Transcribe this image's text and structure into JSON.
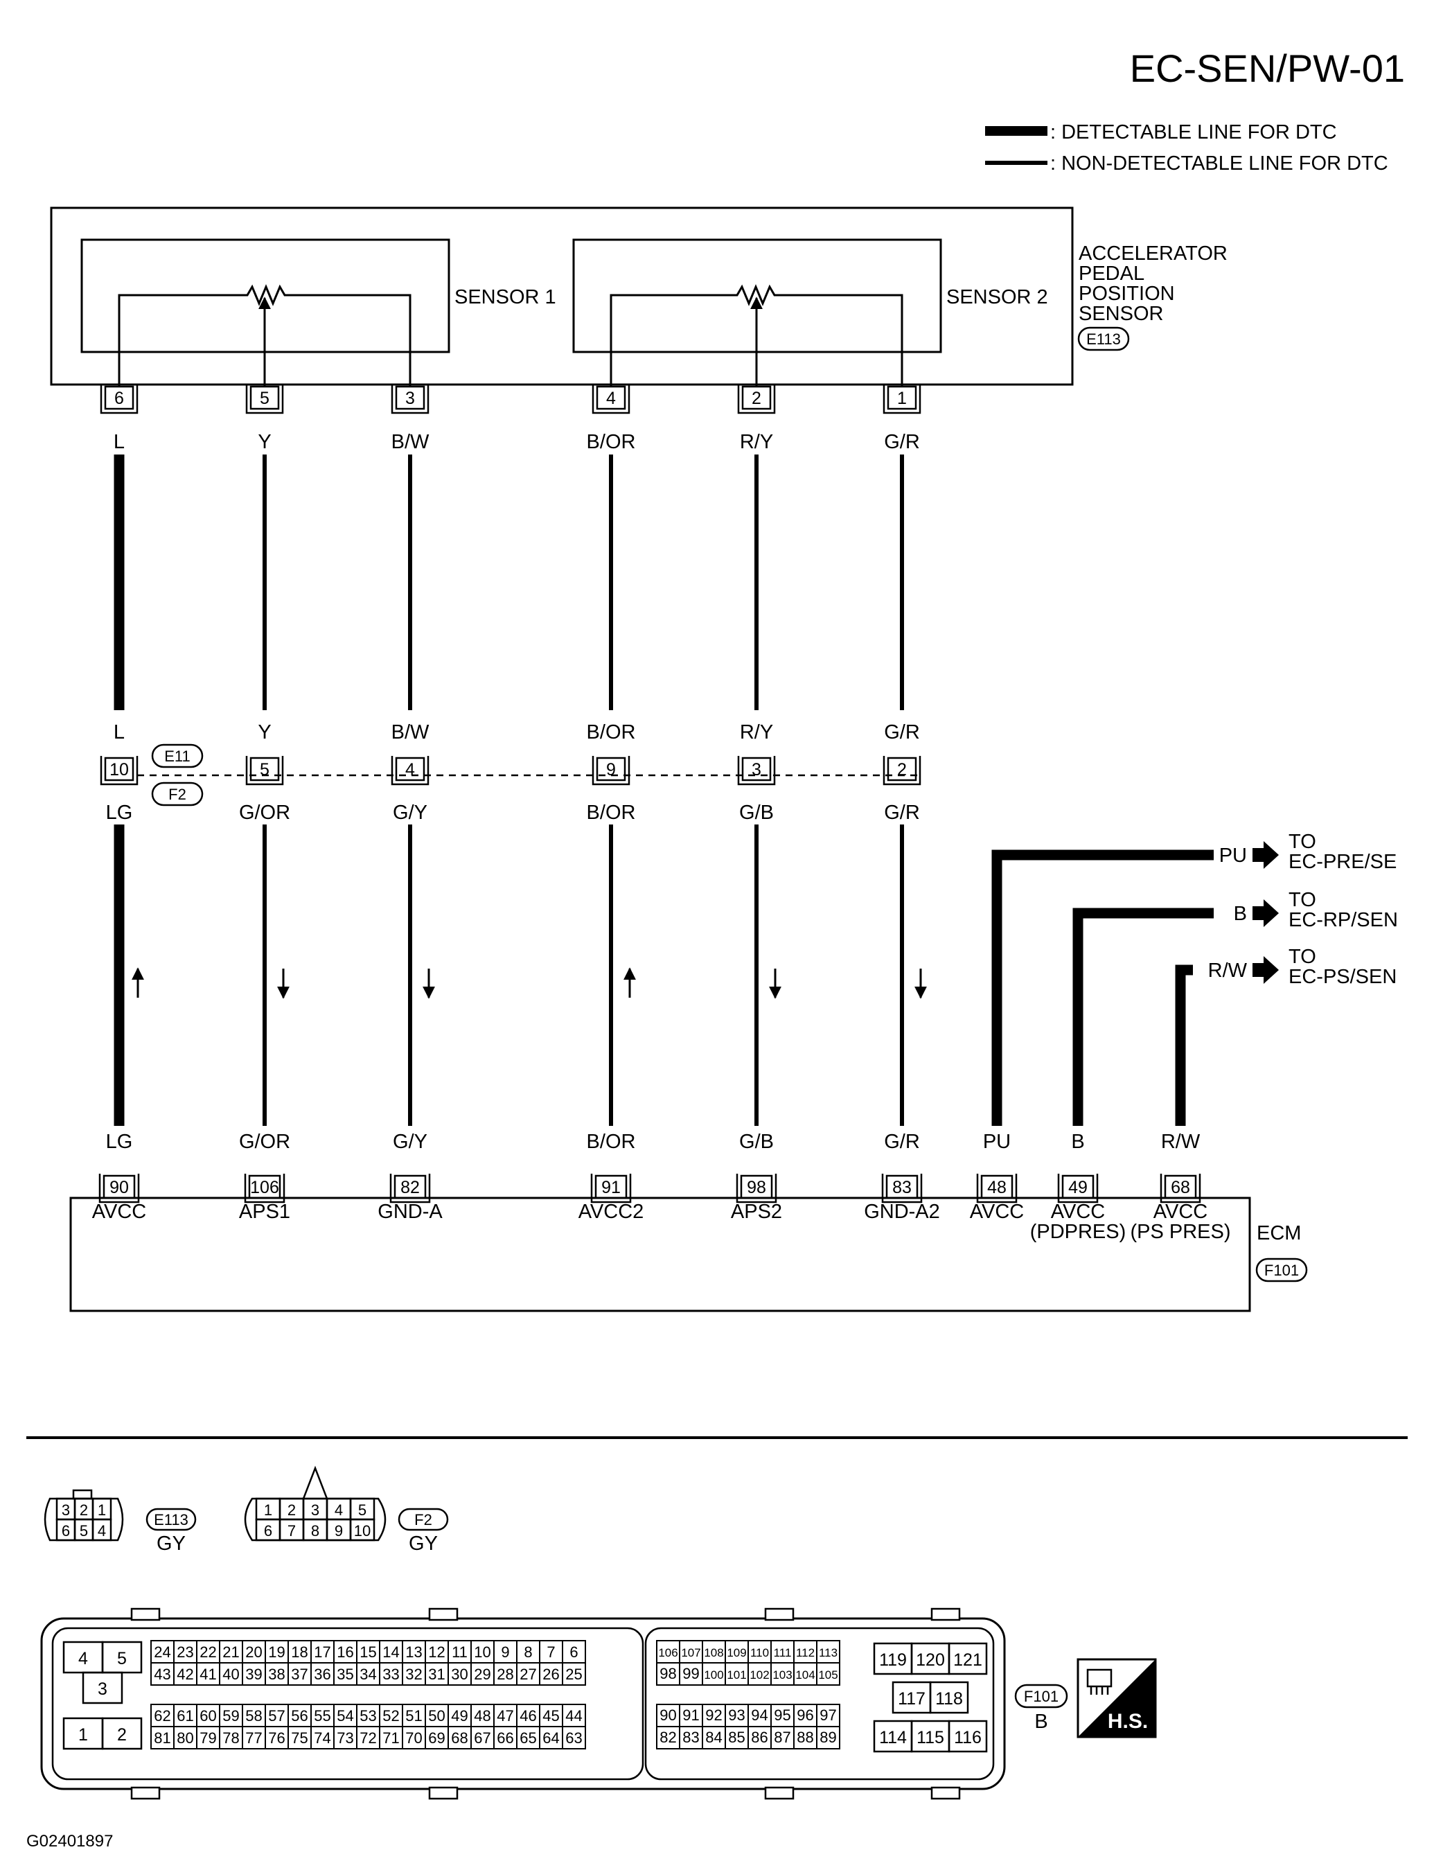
{
  "page_code": "EC-SEN/PW-01",
  "figure_id": "G02401897",
  "legend": [
    {
      "key": "thick",
      "label": ": DETECTABLE LINE FOR DTC"
    },
    {
      "key": "thin",
      "label": ": NON-DETECTABLE LINE FOR DTC"
    }
  ],
  "sensor_unit": {
    "name_lines": [
      "ACCELERATOR",
      "PEDAL",
      "POSITION",
      "SENSOR"
    ],
    "connector": "E113",
    "sensor1_label": "SENSOR 1",
    "sensor2_label": "SENSOR 2"
  },
  "joint_connectors": [
    "E11",
    "F2"
  ],
  "ecm": {
    "name": "ECM",
    "connector": "F101"
  },
  "wires": [
    {
      "sensor_pin": "6",
      "upper_color": "L",
      "joint_pin": "10",
      "lower_color": "LG",
      "ecm_pin": "90",
      "ecm_signal": "AVCC",
      "detectable": true,
      "flow": "up"
    },
    {
      "sensor_pin": "5",
      "upper_color": "Y",
      "joint_pin": "5",
      "lower_color": "G/OR",
      "ecm_pin": "106",
      "ecm_signal": "APS1",
      "detectable": false,
      "flow": "down"
    },
    {
      "sensor_pin": "3",
      "upper_color": "B/W",
      "joint_pin": "4",
      "lower_color": "G/Y",
      "ecm_pin": "82",
      "ecm_signal": "GND-A",
      "detectable": false,
      "flow": "down"
    },
    {
      "sensor_pin": "4",
      "upper_color": "B/OR",
      "joint_pin": "9",
      "lower_color": "B/OR",
      "ecm_pin": "91",
      "ecm_signal": "AVCC2",
      "detectable": false,
      "flow": "up"
    },
    {
      "sensor_pin": "2",
      "upper_color": "R/Y",
      "joint_pin": "3",
      "lower_color": "G/B",
      "ecm_pin": "98",
      "ecm_signal": "APS2",
      "detectable": false,
      "flow": "down"
    },
    {
      "sensor_pin": "1",
      "upper_color": "G/R",
      "joint_pin": "2",
      "lower_color": "G/R",
      "ecm_pin": "83",
      "ecm_signal": "GND-A2",
      "detectable": false,
      "flow": "down"
    }
  ],
  "branches": [
    {
      "color": "PU",
      "ecm_pin": "48",
      "signal_lines": [
        "AVCC"
      ],
      "to": "EC-PRE/SE"
    },
    {
      "color": "B",
      "ecm_pin": "49",
      "signal_lines": [
        "AVCC",
        "(PDPRES)"
      ],
      "to": "EC-RP/SEN"
    },
    {
      "color": "R/W",
      "ecm_pin": "68",
      "signal_lines": [
        "AVCC",
        "(PS PRES)"
      ],
      "to": "EC-PS/SEN"
    }
  ],
  "to_label": "TO",
  "connector_views": [
    {
      "id": "E113",
      "color": "GY",
      "rows": [
        [
          "3",
          "2",
          "1"
        ],
        [
          "6",
          "5",
          "4"
        ]
      ]
    },
    {
      "id": "F2",
      "color": "GY",
      "rows": [
        [
          "1",
          "2",
          "3",
          "4",
          "5"
        ],
        [
          "6",
          "7",
          "8",
          "9",
          "10"
        ]
      ]
    }
  ],
  "ecm_connector": {
    "id": "F101",
    "color": "B",
    "left_block": {
      "top": [
        "4",
        "5"
      ],
      "middle": "3",
      "bottom": [
        "1",
        "2"
      ]
    },
    "block_a": [
      [
        "24",
        "23",
        "22",
        "21",
        "20",
        "19",
        "18",
        "17",
        "16",
        "15",
        "14",
        "13",
        "12",
        "11",
        "10",
        "9",
        "8",
        "7",
        "6"
      ],
      [
        "43",
        "42",
        "41",
        "40",
        "39",
        "38",
        "37",
        "36",
        "35",
        "34",
        "33",
        "32",
        "31",
        "30",
        "29",
        "28",
        "27",
        "26",
        "25"
      ],
      [
        "62",
        "61",
        "60",
        "59",
        "58",
        "57",
        "56",
        "55",
        "54",
        "53",
        "52",
        "51",
        "50",
        "49",
        "48",
        "47",
        "46",
        "45",
        "44"
      ],
      [
        "81",
        "80",
        "79",
        "78",
        "77",
        "76",
        "75",
        "74",
        "73",
        "72",
        "71",
        "70",
        "69",
        "68",
        "67",
        "66",
        "65",
        "64",
        "63"
      ]
    ],
    "block_b": [
      [
        "106",
        "107",
        "108",
        "109",
        "110",
        "111",
        "112",
        "113"
      ],
      [
        "98",
        "99",
        "100",
        "101",
        "102",
        "103",
        "104",
        "105"
      ],
      [
        "90",
        "91",
        "92",
        "93",
        "94",
        "95",
        "96",
        "97"
      ],
      [
        "82",
        "83",
        "84",
        "85",
        "86",
        "87",
        "88",
        "89"
      ]
    ],
    "block_c": {
      "top": [
        "119",
        "120",
        "121"
      ],
      "middle": [
        "117",
        "118"
      ],
      "bottom": [
        "114",
        "115",
        "116"
      ]
    }
  },
  "hs_badge": "H.S."
}
